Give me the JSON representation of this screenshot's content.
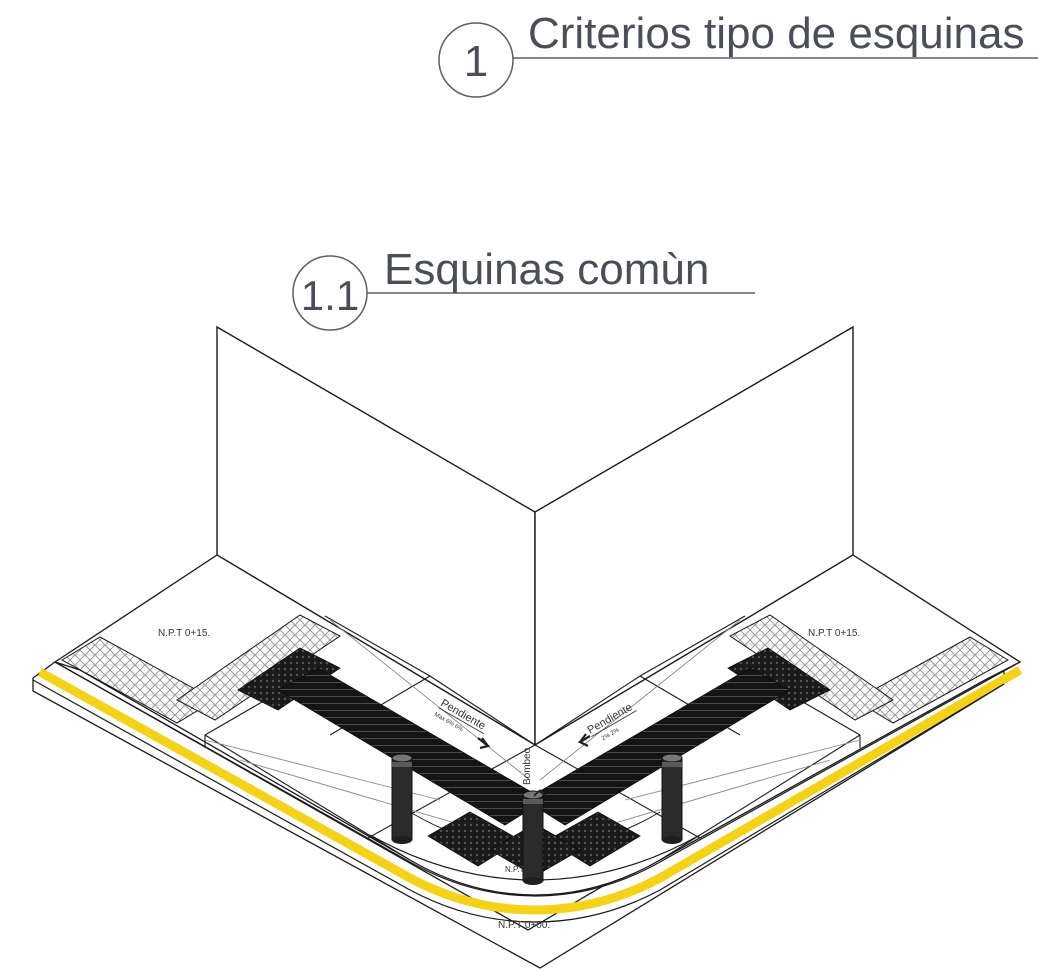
{
  "titles": {
    "main_number": "1",
    "main_title": "Criterios tipo de esquinas",
    "sub_number": "1.1",
    "sub_title": "Esquinas comùn"
  },
  "labels": {
    "npt_left": "N.P.T 0+15.",
    "npt_right": "N.P.T 0+15.",
    "npt_bottom": "N.P.T 0+00.",
    "npt_corner": "N.P.T",
    "slope_left": "Pendiente",
    "slope_left_sub": "Max 6% 6%",
    "slope_right": "Pendiente",
    "slope_right_sub": "2% 2%",
    "bombeo": "Bombeo"
  },
  "colors": {
    "line": "#1a1a1a",
    "yellow_curb": "#f4d21a",
    "tactile": "#141414",
    "hatch": "#9a9a9a",
    "bollard": "#2b2b2b",
    "title_gray": "#4a4e58"
  }
}
